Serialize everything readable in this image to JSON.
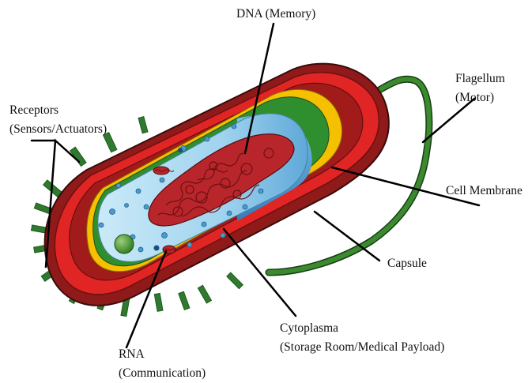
{
  "labels": {
    "dna": "DNA (Memory)",
    "flagellum": [
      "Flagellum",
      "(Motor)"
    ],
    "receptors": [
      "Receptors",
      "(Sensors/Actuators)"
    ],
    "cell_membrane": "Cell Membrane",
    "capsule": "Capsule",
    "cytoplasma": [
      "Cytoplasma",
      "(Storage Room/Medical Payload)"
    ],
    "rna": [
      "RNA",
      "(Communication)"
    ]
  },
  "colors": {
    "capsule_outer": "#8e1a1a",
    "cell_wall": "#e12424",
    "membrane_yellow": "#f5c000",
    "membrane_green": "#2f8f2f",
    "cytoplasm": "#a9d8f2",
    "dna": "#b8262b",
    "flagellum": "#2a6b2a",
    "pili": "#2f7a2f",
    "leader_line": "#000000"
  }
}
